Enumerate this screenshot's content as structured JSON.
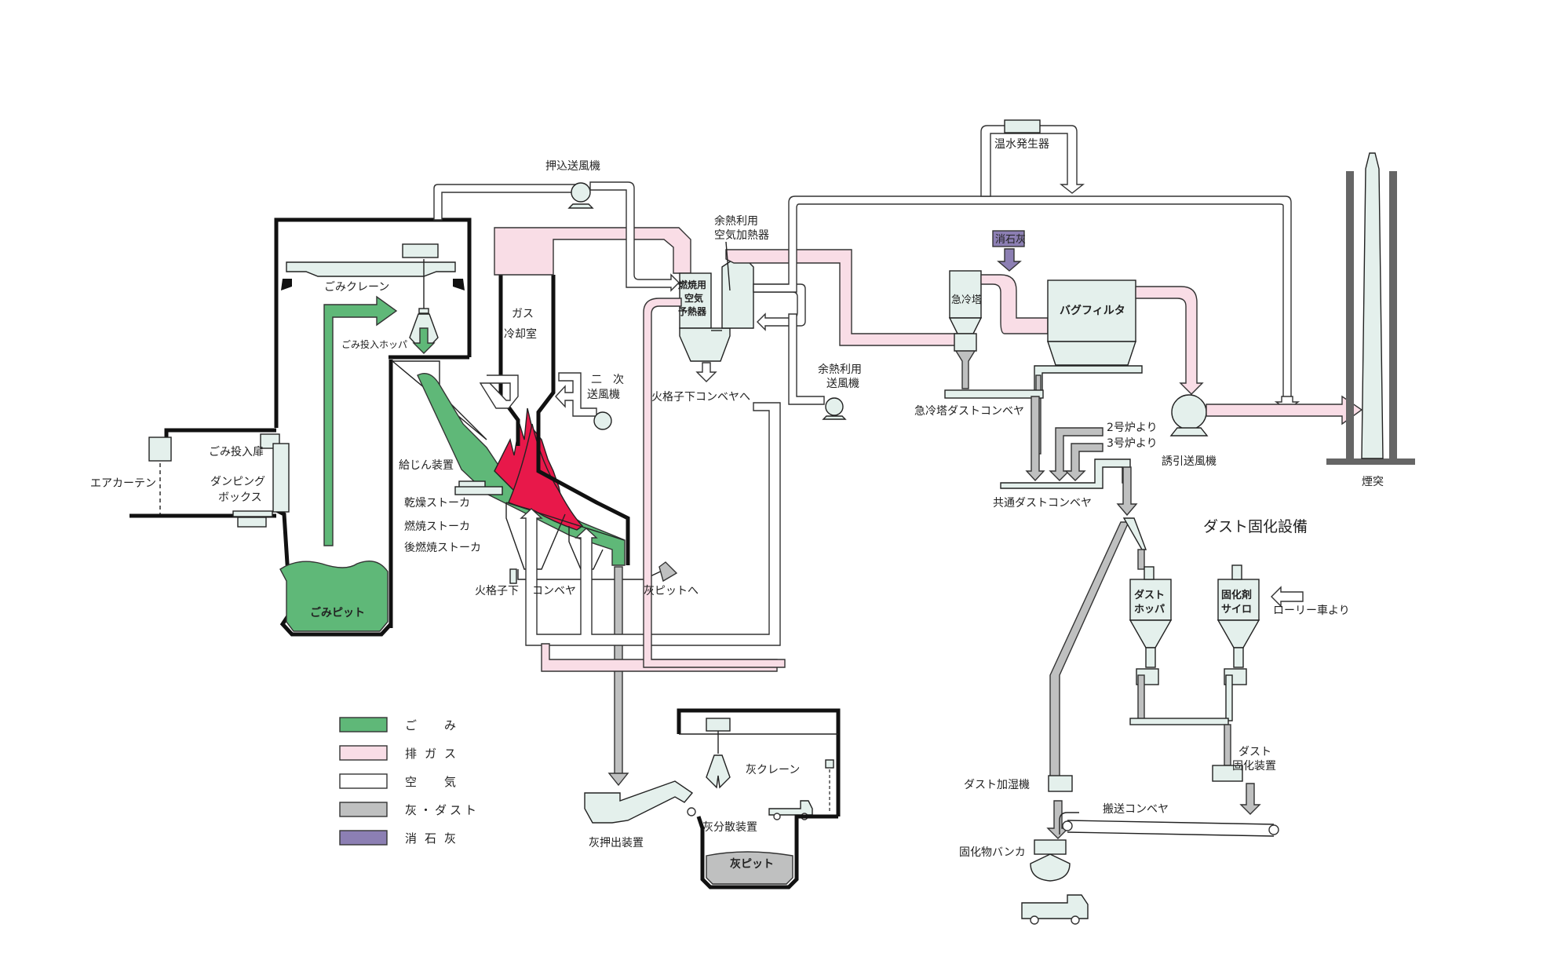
{
  "colors": {
    "waste": "#5fb878",
    "exhaust_gas": "#f9dde6",
    "air": "#ffffff",
    "ash_dust": "#bfc0c0",
    "slaked_lime": "#8c7fb3",
    "flame": "#e8184a",
    "equipment": "#e4f0ec"
  },
  "labels": {
    "push_fan": "押込送風機",
    "waste_crane": "ごみクレーン",
    "waste_hopper": "ごみ投入ホッパ",
    "waste_door": "ごみ投入扉",
    "air_curtain": "エアカーテン",
    "dumping_box_1": "ダンピング",
    "dumping_box_2": "ボックス",
    "waste_pit": "ごみピット",
    "gas_cooling_1": "ガス",
    "gas_cooling_2": "冷却室",
    "secondary_fan_1": "二　次",
    "secondary_fan_2": "送風機",
    "feeder": "給じん装置",
    "drying_stoker": "乾燥ストーカ",
    "combustion_stoker": "燃焼ストーカ",
    "post_combustion_stoker": "後燃焼ストーカ",
    "grate_conveyor_1": "火格子下",
    "grate_conveyor_2": "コンベヤ",
    "to_ash_pit": "灰ピットへ",
    "combustion_air_preheater_1": "燃焼用",
    "combustion_air_preheater_2": "空気",
    "combustion_air_preheater_3": "予熱器",
    "waste_heat_air_heater_1": "余熱利用",
    "waste_heat_air_heater_2": "空気加熱器",
    "to_grate_conveyor": "火格子下コンベヤへ",
    "waste_heat_fan_1": "余熱利用",
    "waste_heat_fan_2": "送風機",
    "hot_water_generator": "温水発生器",
    "slaked_lime": "消石灰",
    "quench_tower": "急冷塔",
    "bag_filter": "バグフィルタ",
    "quench_dust_conveyor": "急冷塔ダストコンベヤ",
    "from_furnace_2": "2号炉より",
    "from_furnace_3": "3号炉より",
    "induced_fan": "誘引送風機",
    "chimney": "煙突",
    "common_dust_conveyor": "共通ダストコンベヤ",
    "dust_solidification_facility": "ダスト固化設備",
    "dust_hopper_1": "ダスト",
    "dust_hopper_2": "ホッパ",
    "solidifier_silo_1": "固化剤",
    "solidifier_silo_2": "サイロ",
    "from_lorry": "ローリー車より",
    "dust_solidifier_1": "ダスト",
    "dust_solidifier_2": "固化装置",
    "dust_humidifier": "ダスト加湿機",
    "transport_conveyor": "搬送コンベヤ",
    "solidified_bunker": "固化物バンカ",
    "ash_crane": "灰クレーン",
    "ash_extruder": "灰押出装置",
    "ash_spreader": "灰分散装置",
    "ash_pit": "灰ピット"
  },
  "legend": [
    {
      "label": "ご　み",
      "color_key": "waste"
    },
    {
      "label": "排ガス",
      "color_key": "exhaust_gas"
    },
    {
      "label": "空　気",
      "color_key": "air"
    },
    {
      "label": "灰・ダスト",
      "color_key": "ash_dust"
    },
    {
      "label": "消石灰",
      "color_key": "slaked_lime"
    }
  ]
}
